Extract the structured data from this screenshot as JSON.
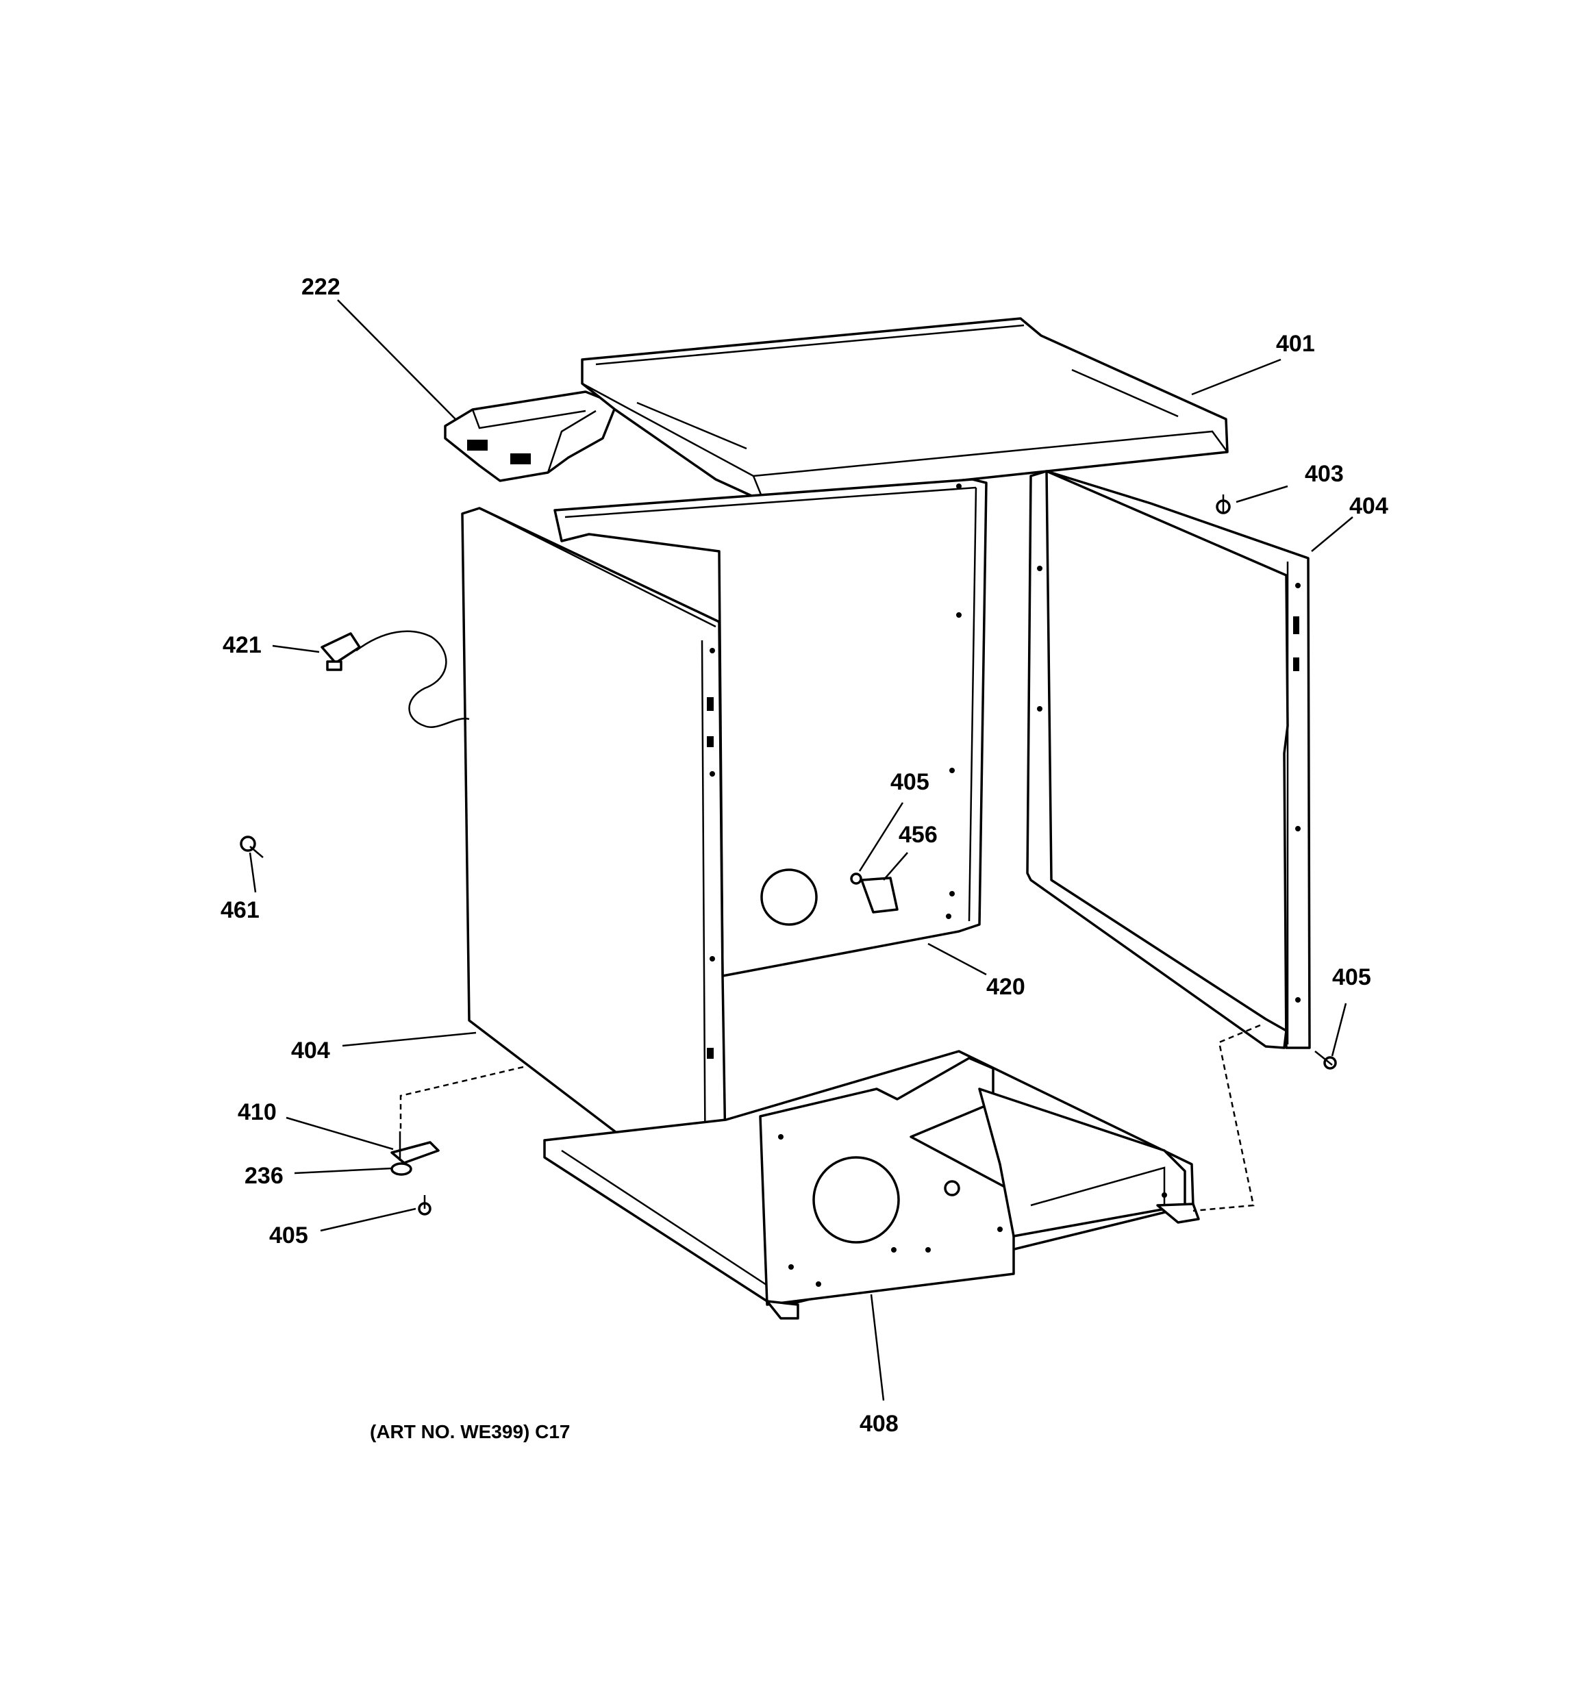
{
  "caption": "(ART NO. WE399) C17",
  "callouts": {
    "c222": "222",
    "c401": "401",
    "c403": "403",
    "c404_right": "404",
    "c421": "421",
    "c405_center": "405",
    "c456": "456",
    "c461": "461",
    "c420": "420",
    "c405_right": "405",
    "c404_left": "404",
    "c410": "410",
    "c236": "236",
    "c405_left": "405",
    "c408": "408"
  }
}
